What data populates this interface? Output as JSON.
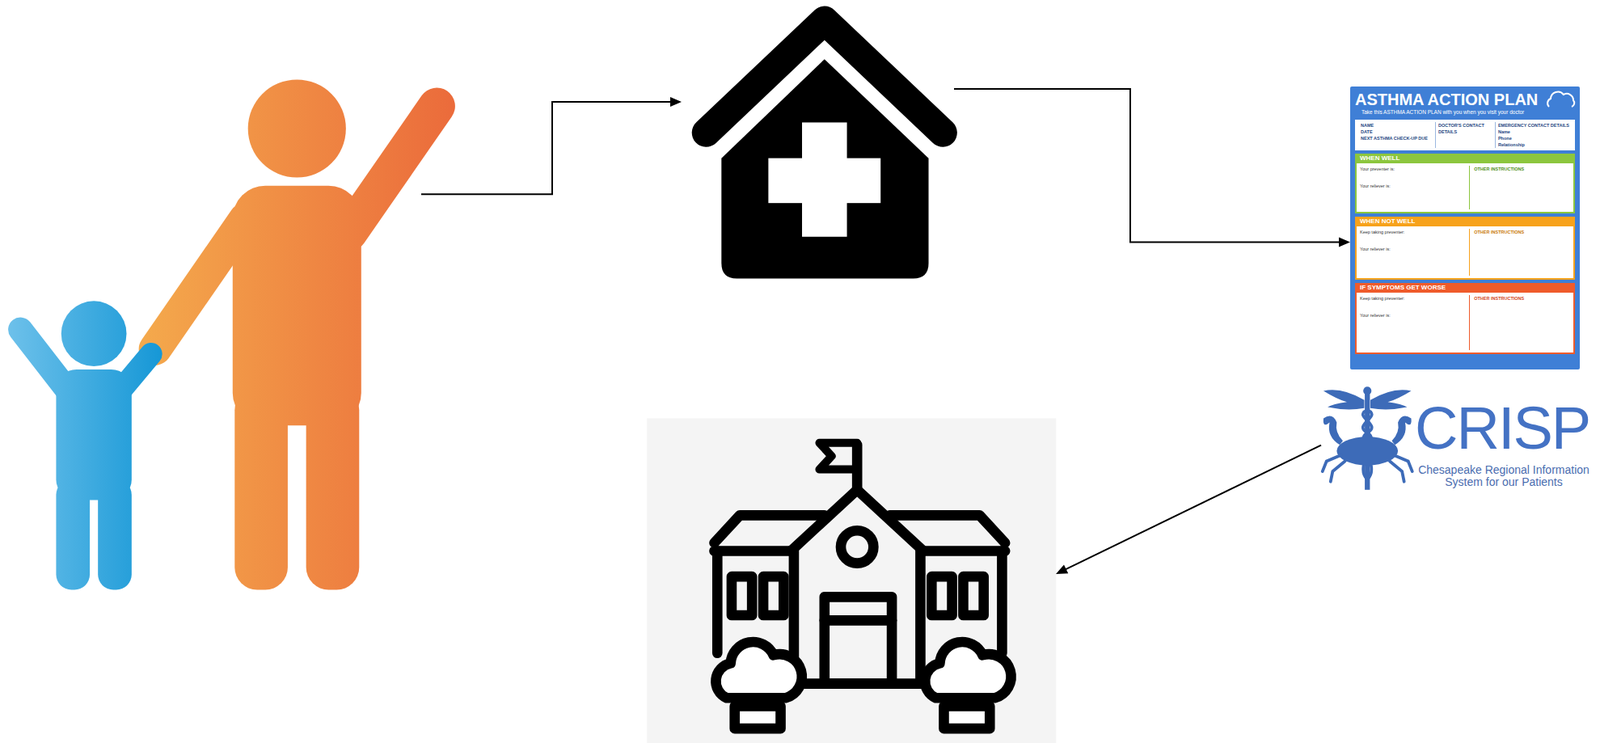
{
  "diagram": {
    "nodes": [
      {
        "text": []
      },
      {
        "text": []
      },
      {
        "text": [
          "ASTHMA ACTION PLAN",
          "Take this ASTHMA ACTION PLAN with you when you visit your doctor"
        ]
      },
      {
        "text": [
          "NAME",
          "DATE",
          "NEXT ASTHMA CHECK-UP DUE",
          "DOCTOR'S CONTACT DETAILS",
          "EMERGENCY CONTACT DETAILS",
          "Name",
          "Phone",
          "Relationship"
        ],
        "in": 2
      },
      {
        "text": [
          "WHEN WELL",
          "Your preventer is:",
          "Your reliever is:",
          "OTHER INSTRUCTIONS"
        ],
        "in": 2
      },
      {
        "text": [
          "WHEN NOT WELL",
          "Keep taking preventer:",
          "Your reliever is:",
          "OTHER INSTRUCTIONS"
        ],
        "in": 2
      },
      {
        "text": [
          "IF SYMPTOMS GET WORSE",
          "Keep taking preventer:",
          "Your reliever is:",
          "OTHER INSTRUCTIONS"
        ],
        "in": 2
      },
      {
        "text": [
          "CRISP",
          "Chesapeake Regional Information System for our Patients"
        ]
      },
      {
        "text": []
      }
    ],
    "edges": [
      {
        "from": 0,
        "to": 1,
        "arrow": "to"
      },
      {
        "from": 1,
        "to": 2,
        "arrow": "to"
      },
      {
        "from": 7,
        "to": 8,
        "arrow": "to"
      }
    ]
  }
}
